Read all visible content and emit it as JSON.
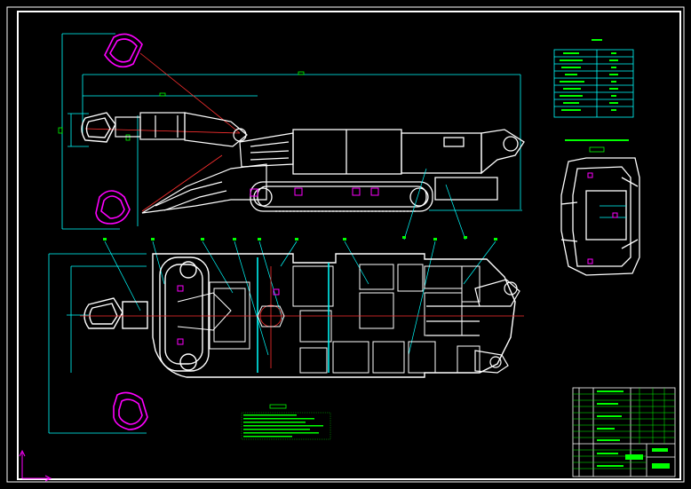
{
  "drawing": {
    "background": "#000000",
    "colors": {
      "frame": "#ffffff",
      "part": "#ffffff",
      "dimension": "#00ffff",
      "center": "#ff3030",
      "highlight": "#ff00ff",
      "table": "#00ff00",
      "table_text": "#00ff00",
      "gray": "#a0a0a0",
      "note": "#ffff00"
    },
    "labels": {
      "parts_table_title": "",
      "side_view_title": "",
      "notes_title": "",
      "title_block_name": ""
    },
    "views": [
      "elevation-view",
      "plan-view",
      "end-view"
    ],
    "annotation_count": 12,
    "ucs_icon": "ucs-axis-icon"
  }
}
